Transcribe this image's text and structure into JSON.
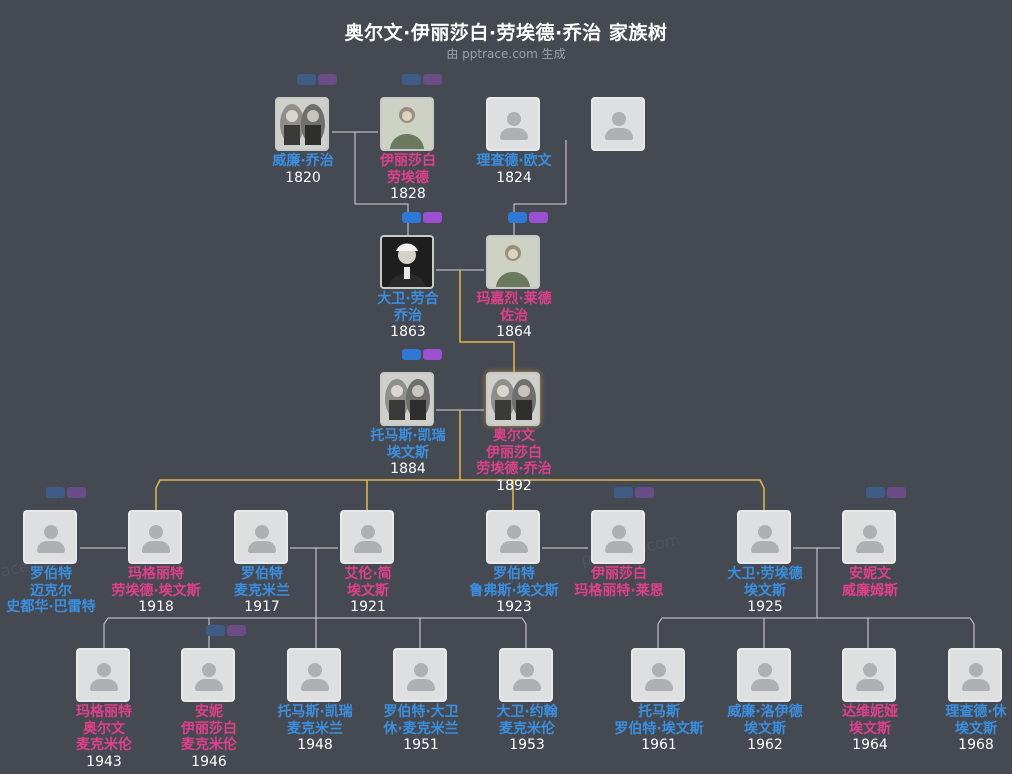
{
  "header": {
    "title": "奥尔文·伊丽莎白·劳埃德·乔治 家族树",
    "subtitle": "由 pptrace.com 生成"
  },
  "colors": {
    "background": "#454952",
    "male": "#3a8fe0",
    "female": "#e0408a",
    "line": "#d6d6d6",
    "highlight_line": "#e8b84a",
    "selected_border": "#f0b83a"
  },
  "people": [
    {
      "id": "p1",
      "name_lines": [
        "威廉·乔治"
      ],
      "year": "1820",
      "gender": "m",
      "photo": "vintage-couple-photo"
    },
    {
      "id": "p2",
      "name_lines": [
        "伊丽莎白",
        "劳埃德"
      ],
      "year": "1828",
      "gender": "f",
      "photo": "vintage-woman-photo"
    },
    {
      "id": "p3",
      "name_lines": [
        "理查德·欧文"
      ],
      "year": "1824",
      "gender": "m",
      "photo": ""
    },
    {
      "id": "p4",
      "name_lines": [],
      "year": "",
      "gender": "f",
      "photo": ""
    },
    {
      "id": "p5",
      "name_lines": [
        "大卫·劳合",
        "乔治"
      ],
      "year": "1863",
      "gender": "m",
      "photo": "vintage-man-photo"
    },
    {
      "id": "p6",
      "name_lines": [
        "玛嘉烈·莱德",
        "佐治"
      ],
      "year": "1864",
      "gender": "f",
      "photo": "vintage-woman-photo"
    },
    {
      "id": "p7",
      "name_lines": [
        "托马斯·凯瑞",
        "埃文斯"
      ],
      "year": "1884",
      "gender": "m",
      "photo": "vintage-couple-photo"
    },
    {
      "id": "p8",
      "name_lines": [
        "奥尔文",
        "伊丽莎白",
        "劳埃德·乔治"
      ],
      "year": "1892",
      "gender": "f",
      "photo": "vintage-couple-photo",
      "selected": true
    },
    {
      "id": "p9",
      "name_lines": [
        "罗伯特",
        "迈克尔",
        "史都华·巴雷特"
      ],
      "year": "",
      "gender": "m",
      "photo": ""
    },
    {
      "id": "p10",
      "name_lines": [
        "玛格丽特",
        "劳埃德·埃文斯"
      ],
      "year": "1918",
      "gender": "f",
      "photo": ""
    },
    {
      "id": "p11",
      "name_lines": [
        "罗伯特",
        "麦克米兰"
      ],
      "year": "1917",
      "gender": "m",
      "photo": ""
    },
    {
      "id": "p12",
      "name_lines": [
        "艾伦·简",
        "埃文斯"
      ],
      "year": "1921",
      "gender": "f",
      "photo": ""
    },
    {
      "id": "p13",
      "name_lines": [
        "罗伯特",
        "鲁弗斯·埃文斯"
      ],
      "year": "1923",
      "gender": "m",
      "photo": ""
    },
    {
      "id": "p14",
      "name_lines": [
        "伊丽莎白",
        "玛格丽特·莱恩"
      ],
      "year": "",
      "gender": "f",
      "photo": ""
    },
    {
      "id": "p15",
      "name_lines": [
        "大卫·劳埃德",
        "埃文斯"
      ],
      "year": "1925",
      "gender": "m",
      "photo": ""
    },
    {
      "id": "p16",
      "name_lines": [
        "安妮文",
        "威廉姆斯"
      ],
      "year": "",
      "gender": "f",
      "photo": ""
    },
    {
      "id": "p17",
      "name_lines": [
        "玛格丽特",
        "奥尔文",
        "麦克米伦"
      ],
      "year": "1943",
      "gender": "f",
      "photo": ""
    },
    {
      "id": "p18",
      "name_lines": [
        "安妮",
        "伊丽莎白",
        "麦克米伦"
      ],
      "year": "1946",
      "gender": "f",
      "photo": ""
    },
    {
      "id": "p19",
      "name_lines": [
        "托马斯·凯瑞",
        "麦克米兰"
      ],
      "year": "1948",
      "gender": "m",
      "photo": ""
    },
    {
      "id": "p20",
      "name_lines": [
        "罗伯特·大卫",
        "休·麦克米兰"
      ],
      "year": "1951",
      "gender": "m",
      "photo": ""
    },
    {
      "id": "p21",
      "name_lines": [
        "大卫·约翰",
        "麦克米伦"
      ],
      "year": "1953",
      "gender": "m",
      "photo": ""
    },
    {
      "id": "p22",
      "name_lines": [
        "托马斯",
        "罗伯特·埃文斯"
      ],
      "year": "1961",
      "gender": "m",
      "photo": ""
    },
    {
      "id": "p23",
      "name_lines": [
        "威廉·洛伊德",
        "埃文斯"
      ],
      "year": "1962",
      "gender": "m",
      "photo": ""
    },
    {
      "id": "p24",
      "name_lines": [
        "达维妮娅",
        "埃文斯"
      ],
      "year": "1964",
      "gender": "f",
      "photo": ""
    },
    {
      "id": "p25",
      "name_lines": [
        "理查德·休",
        "埃文斯"
      ],
      "year": "1968",
      "gender": "m",
      "photo": ""
    }
  ]
}
